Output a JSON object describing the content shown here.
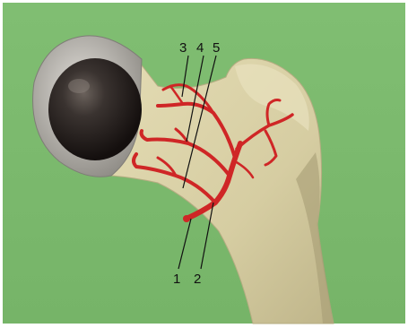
{
  "labels": {
    "one": "1",
    "two": "2",
    "three": "3",
    "four": "4",
    "five": "5"
  },
  "colors": {
    "background": "#7dbb6f",
    "bone": "#d9d1a8",
    "head_ball": "#2a2522",
    "cartilage_rim": "#b9b6b0",
    "artery": "#cf2626",
    "leader_line": "#111111"
  }
}
